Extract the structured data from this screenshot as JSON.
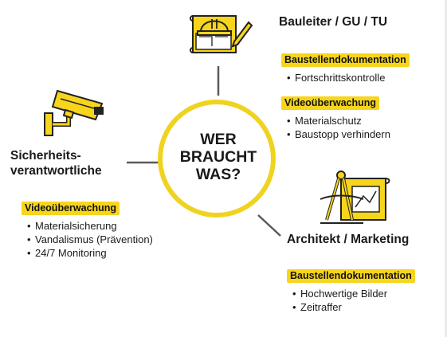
{
  "center": {
    "lines": [
      "WER",
      "BRAUCHT",
      "WAS?"
    ]
  },
  "colors": {
    "accent": "#f7d51d",
    "ring": "#f0d320",
    "line": "#5a5a5a",
    "text": "#1a1a1a"
  },
  "roles": {
    "bauleiter": {
      "title": "Bauleiter / GU / TU",
      "icon": "helmet-blueprint-icon",
      "groups": [
        {
          "tag": "Baustellendokumentation",
          "items": [
            "Fortschrittskontrolle"
          ]
        },
        {
          "tag": "Videoüberwachung",
          "items": [
            "Materialschutz",
            "Baustopp verhindern"
          ]
        }
      ]
    },
    "sicherheit": {
      "title_lines": [
        "Sicherheits-",
        "verantwortliche"
      ],
      "icon": "security-camera-icon",
      "groups": [
        {
          "tag": "Videoüberwachung",
          "items": [
            "Materialsicherung",
            "Vandalismus (Prävention)",
            "24/7 Monitoring"
          ]
        }
      ]
    },
    "architekt": {
      "title": "Architekt / Marketing",
      "icon": "compass-blueprint-icon",
      "groups": [
        {
          "tag": "Baustellendokumentation",
          "items": [
            "Hochwertige Bilder",
            "Zeitraffer"
          ]
        }
      ]
    }
  }
}
